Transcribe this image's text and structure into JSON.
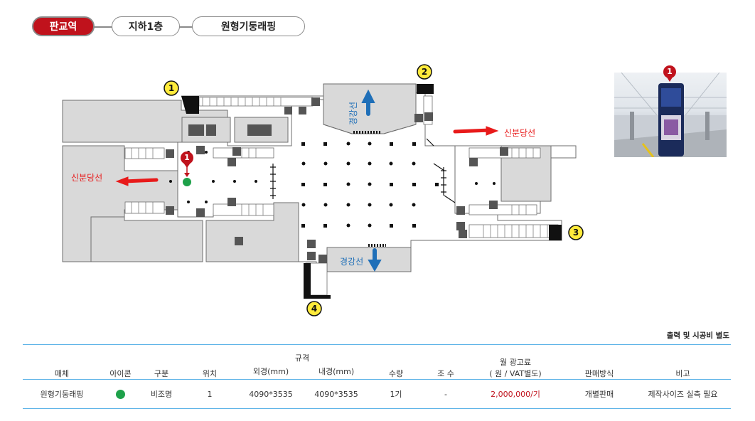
{
  "breadcrumb": {
    "station": "판교역",
    "floor": "지하1층",
    "media": "원형기둥래핑"
  },
  "map": {
    "line_shinbundang": "신분당선",
    "line_gyeonggang": "경강선",
    "exits": [
      "1",
      "2",
      "3",
      "4"
    ],
    "marker": "1"
  },
  "photo": {
    "marker": "1"
  },
  "table": {
    "note": "출력 및 시공비 별도",
    "headers": {
      "media": "매체",
      "icon": "아이콘",
      "category": "구분",
      "position": "위치",
      "spec": "규격",
      "outer": "외경(mm)",
      "inner": "내경(mm)",
      "quantity": "수량",
      "sides": "조 수",
      "monthly_fee_line1": "월 광고료",
      "monthly_fee_line2": "( 원 / VAT별도)",
      "sales": "판매방식",
      "remarks": "비고"
    },
    "rows": [
      {
        "media": "원형기둥래핑",
        "category": "비조명",
        "position": "1",
        "outer": "4090*3535",
        "inner": "4090*3535",
        "quantity": "1기",
        "sides": "-",
        "monthly_fee": "2,000,000/기",
        "sales": "개별판매",
        "remarks": "제작사이즈 실측 필요"
      }
    ]
  },
  "colors": {
    "accent": "#c0121c",
    "line_blue": "#1f6fb8",
    "icon_green": "#1ea14a",
    "rule": "#5fb4e8"
  }
}
